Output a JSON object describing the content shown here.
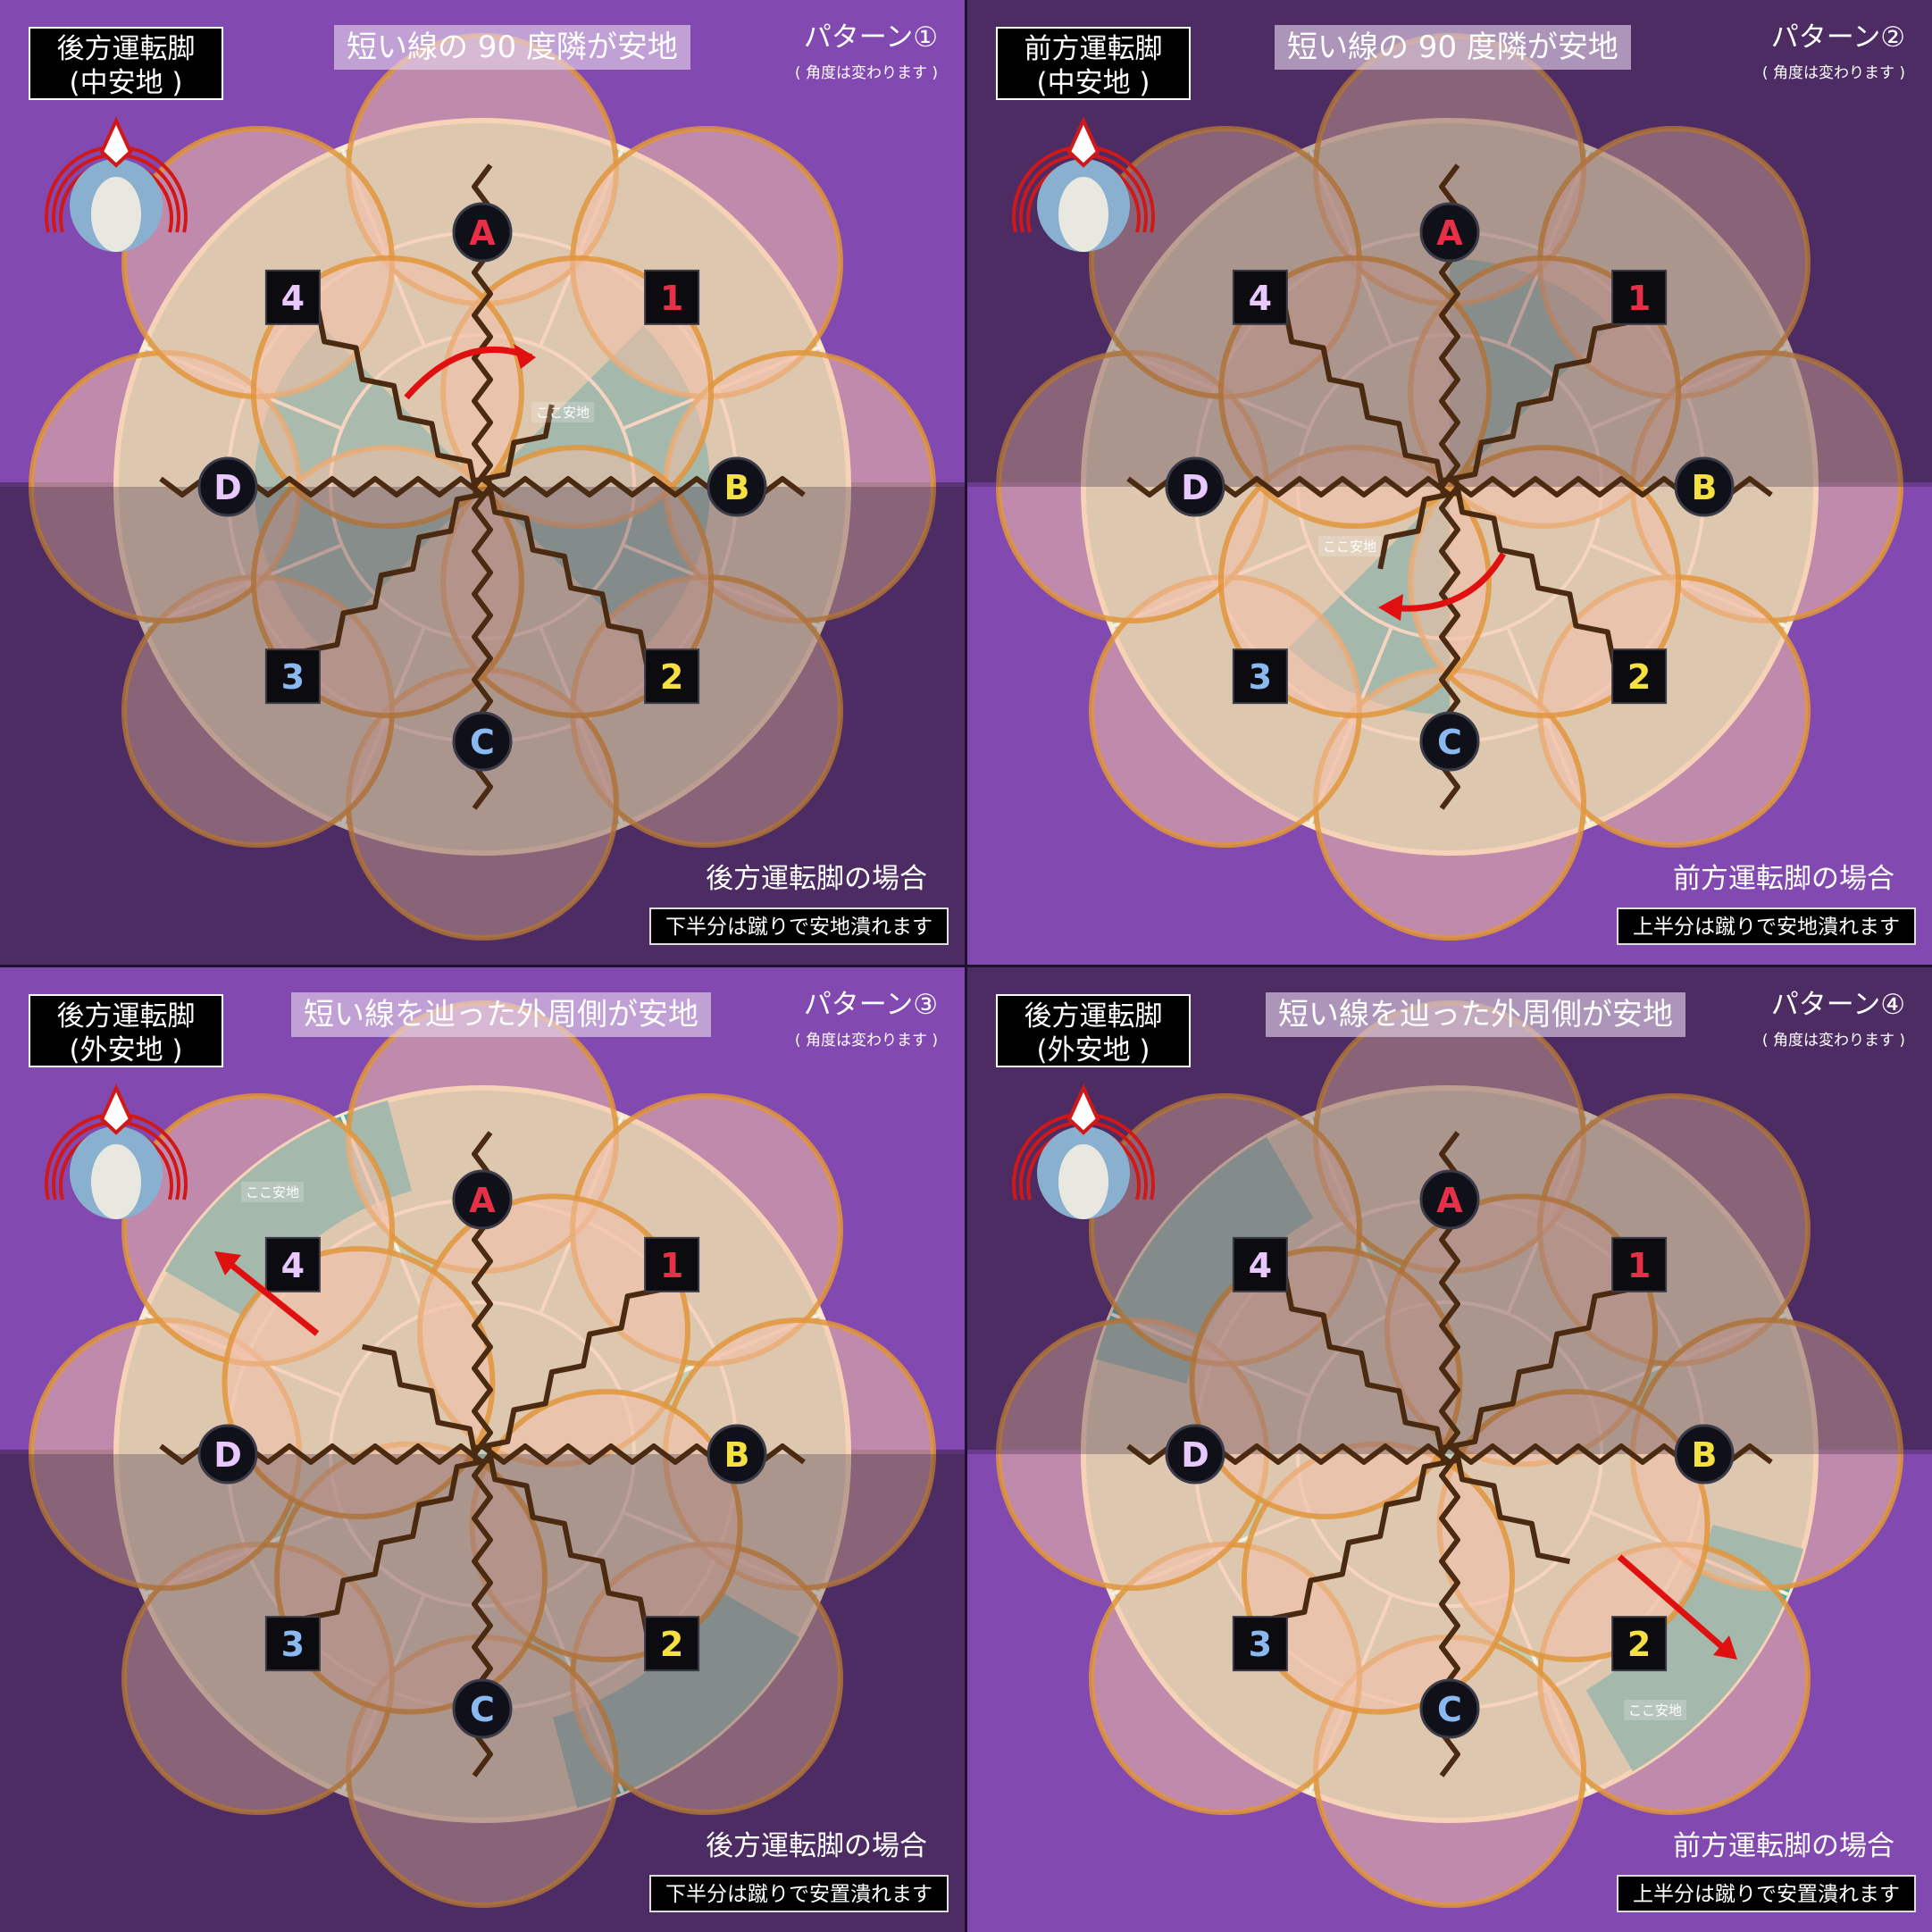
{
  "panels": [
    {
      "id": "p1",
      "title_line1": "後方運転脚",
      "title_line2": "(中安地 )",
      "hint": "短い線の 90 度隣が安地",
      "pattern": "パターン①",
      "pattern_sub": "( 角度は変わります )",
      "caption": "後方運転脚の場合",
      "note": "下半分は蹴りで安地潰れます",
      "safe_label": "ここ安地"
    },
    {
      "id": "p2",
      "title_line1": "前方運転脚",
      "title_line2": "(中安地 )",
      "hint": "短い線の 90 度隣が安地",
      "pattern": "パターン②",
      "pattern_sub": "( 角度は変わります )",
      "caption": "前方運転脚の場合",
      "note": "上半分は蹴りで安地潰れます",
      "safe_label": "ここ安地"
    },
    {
      "id": "p3",
      "title_line1": "後方運転脚",
      "title_line2": "(外安地 )",
      "hint": "短い線を辿った外周側が安地",
      "pattern": "パターン③",
      "pattern_sub": "( 角度は変わります )",
      "caption": "後方運転脚の場合",
      "note": "下半分は蹴りで安置潰れます",
      "safe_label": "ここ安地"
    },
    {
      "id": "p4",
      "title_line1": "後方運転脚",
      "title_line2": "(外安地 )",
      "hint": "短い線を辿った外周側が安地",
      "pattern": "パターン④",
      "pattern_sub": "( 角度は変わります )",
      "caption": "前方運転脚の場合",
      "note": "上半分は蹴りで安置潰れます",
      "safe_label": "ここ安地"
    }
  ],
  "markers": {
    "A": "A",
    "B": "B",
    "C": "C",
    "D": "D",
    "1": "1",
    "2": "2",
    "3": "3",
    "4": "4"
  },
  "colors": {
    "bg_light": "#8249b0",
    "bg_dark": "#5b3477",
    "arena": "#c3d0b9",
    "safe": "#47b0b1",
    "aoe_fill": "#f2c0a8",
    "aoe_stroke": "#e0953b",
    "tether": "#4a2a10",
    "arrow": "#e01010",
    "marker_A": "#e63048",
    "marker_B": "#f4e040",
    "marker_C": "#8ab8f0",
    "marker_D": "#e8c8ff",
    "marker_1": "#e63048",
    "marker_2": "#f4e040",
    "marker_3": "#8ab8f0",
    "marker_4": "#e8c8ff"
  }
}
